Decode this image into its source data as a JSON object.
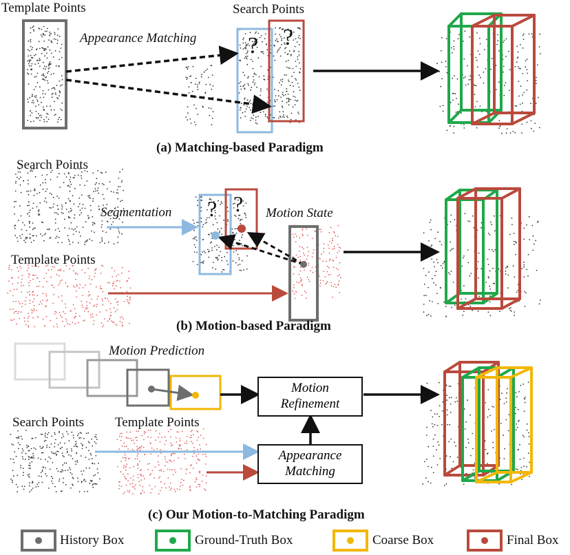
{
  "colors": {
    "history": "#6e6e6e",
    "ground_truth": "#1fa84a",
    "coarse": "#f2b705",
    "final": "#b94a3c",
    "segmentation_arrow": "#8db9e0",
    "template_points": "#e0605a"
  },
  "panel_a": {
    "template_label": "Template Points",
    "search_label": "Search Points",
    "arrow_label": "Appearance Matching",
    "caption": "(a) Matching-based Paradigm"
  },
  "panel_b": {
    "search_label": "Search Points",
    "template_label": "Template Points",
    "segmentation_label": "Segmentation",
    "motion_label": "Motion State",
    "caption": "(b) Motion-based Paradigm"
  },
  "panel_c": {
    "motion_prediction_label": "Motion Prediction",
    "search_label": "Search Points",
    "template_label": "Template Points",
    "refinement_line1": "Motion",
    "refinement_line2": "Refinement",
    "matching_line1": "Appearance",
    "matching_line2": "Matching",
    "caption": "(c) Our Motion-to-Matching Paradigm"
  },
  "question_mark": "?",
  "legend": [
    {
      "label": "History Box",
      "color": "#6e6e6e"
    },
    {
      "label": "Ground-Truth Box",
      "color": "#1fa84a"
    },
    {
      "label": "Coarse Box",
      "color": "#f2b705"
    },
    {
      "label": "Final Box",
      "color": "#b94a3c"
    }
  ]
}
